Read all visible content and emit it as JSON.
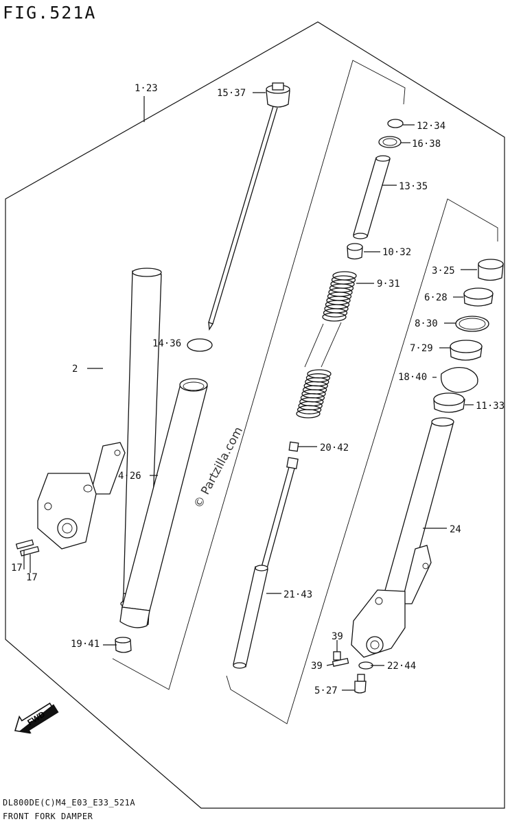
{
  "figure": {
    "title": "FIG.521A",
    "code": "DL800DE(C)M4_E03_E33_521A",
    "name": "FRONT FORK DAMPER",
    "watermark": "© Partzilla.com"
  },
  "callouts": [
    {
      "id": "c1",
      "text": "1·23"
    },
    {
      "id": "c15",
      "text": "15·37"
    },
    {
      "id": "c12",
      "text": "12·34"
    },
    {
      "id": "c16",
      "text": "16·38"
    },
    {
      "id": "c13",
      "text": "13·35"
    },
    {
      "id": "c10",
      "text": "10·32"
    },
    {
      "id": "c3",
      "text": "3·25"
    },
    {
      "id": "c9",
      "text": "9·31"
    },
    {
      "id": "c6",
      "text": "6·28"
    },
    {
      "id": "c8",
      "text": "8·30"
    },
    {
      "id": "c14",
      "text": "14·36"
    },
    {
      "id": "c7",
      "text": "7·29"
    },
    {
      "id": "c18",
      "text": "18·40"
    },
    {
      "id": "c2",
      "text": "2"
    },
    {
      "id": "c11",
      "text": "11·33"
    },
    {
      "id": "c20",
      "text": "20·42"
    },
    {
      "id": "c4",
      "text": "4·26"
    },
    {
      "id": "c24",
      "text": "24"
    },
    {
      "id": "c17a",
      "text": "17"
    },
    {
      "id": "c17b",
      "text": "17"
    },
    {
      "id": "c21",
      "text": "21·43"
    },
    {
      "id": "c19",
      "text": "19·41"
    },
    {
      "id": "c39a",
      "text": "39"
    },
    {
      "id": "c39b",
      "text": "39"
    },
    {
      "id": "c22",
      "text": "22·44"
    },
    {
      "id": "c5",
      "text": "5·27"
    }
  ],
  "fwd_arrow": {
    "text": "FWD"
  }
}
